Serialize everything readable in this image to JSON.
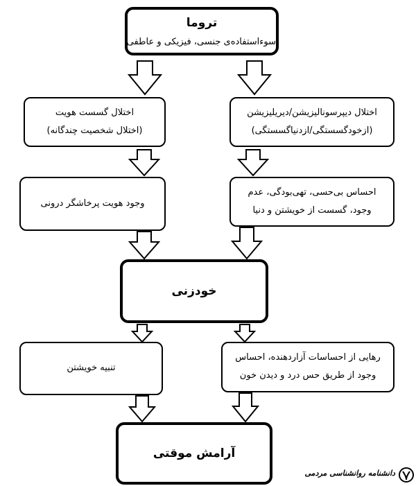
{
  "nodes": {
    "trauma": {
      "title": "تروما",
      "subtitle": "سوءاستفاده‌ی جنسی، فیزیکی و عاطفی"
    },
    "depersonalization": {
      "line1": "اختلال دیپرسونالیزیشن/دیریلیزیشن",
      "line2": "(ازخودگسستگی/ازدنیاگسستگی)"
    },
    "dissociative_identity": {
      "line1": "اختلال گسست هویت",
      "line2": "(اختلال شخصیت چندگانه)"
    },
    "numbness": {
      "line1": "احساس بی‌حسی، تهی‌بودگی، عدم",
      "line2": "وجود، گسست از خویشتن و دنیا"
    },
    "fragmented_identity": {
      "line1": "وجود هویت پرخاشگر درونی"
    },
    "self_harm": {
      "title": "خودزنی"
    },
    "self_punishment": {
      "line1": "تنبیه خویشتن"
    },
    "release": {
      "line1": "رهایی از احساسات آزاردهنده، احساس",
      "line2": "وجود از طریق حس درد و دیدن خون"
    },
    "temporary_calm": {
      "title": "آرامش موقتی"
    }
  },
  "branding": {
    "logo_text": "دانشنامه روانشناسی مردمی"
  }
}
